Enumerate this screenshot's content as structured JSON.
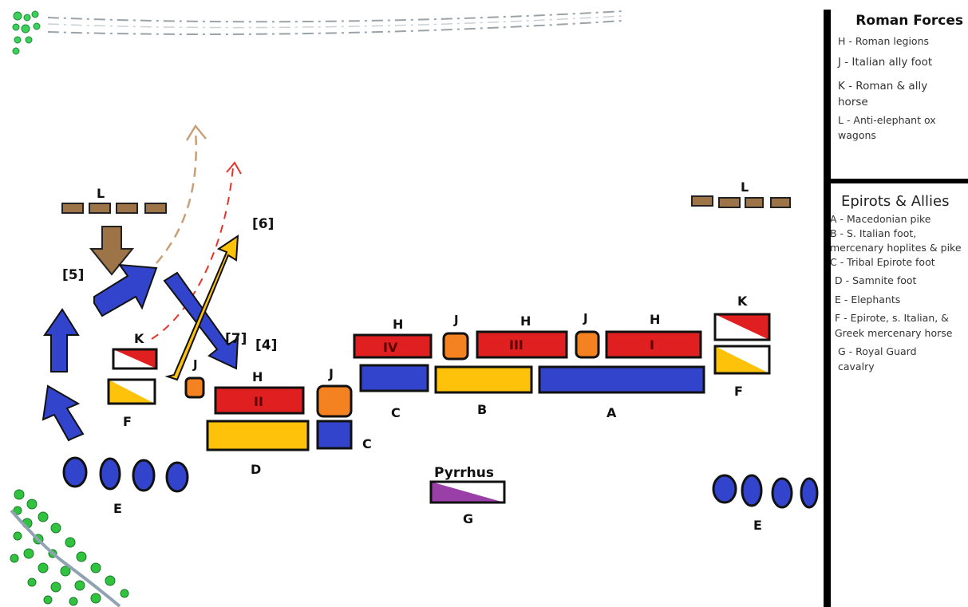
{
  "labels": {
    "unit_L": "L",
    "unit_K": "K",
    "unit_F": "F",
    "unit_J": "J",
    "unit_H": "H",
    "unit_A": "A",
    "unit_B": "B",
    "unit_C": "C",
    "unit_D": "D",
    "unit_E": "E",
    "unit_G": "G",
    "legion_I": "I",
    "legion_II": "II",
    "legion_III": "III",
    "legion_IV": "IV",
    "pyrrhus": "Pyrrhus",
    "step_4": "[4]",
    "step_5": "[5]",
    "step_6": "[6]",
    "step_7": "[7]"
  },
  "legend": {
    "roman_title": "Roman Forces",
    "roman_items": [
      "H - Roman legions",
      "J - Italian ally foot",
      "K - Roman & ally horse",
      "L - Anti-elephant ox wagons"
    ],
    "epirot_title": "Epirots & Allies",
    "epirot_items": [
      "A - Macedonian pike",
      "B - S. Italian foot, mercenary hoplites & pike",
      "C - Tribal Epirote foot",
      "D - Samnite foot",
      "E - Elephants",
      "F - Epirote, s. Italian, & Greek mercenary horse",
      "G - Royal Guard cavalry"
    ]
  },
  "colors": {
    "roman_red": "#e02020",
    "ally_orange": "#f58220",
    "wagon_brown": "#9c7447",
    "epirot_blue": "#3344cc",
    "yellow": "#fec20a",
    "purple": "#9b3fa8",
    "forest_green": "#23c23a",
    "river": "#8fa3b3"
  },
  "icons": [
    "forest-icon",
    "river-icon",
    "road-icon",
    "arrow-icon"
  ]
}
